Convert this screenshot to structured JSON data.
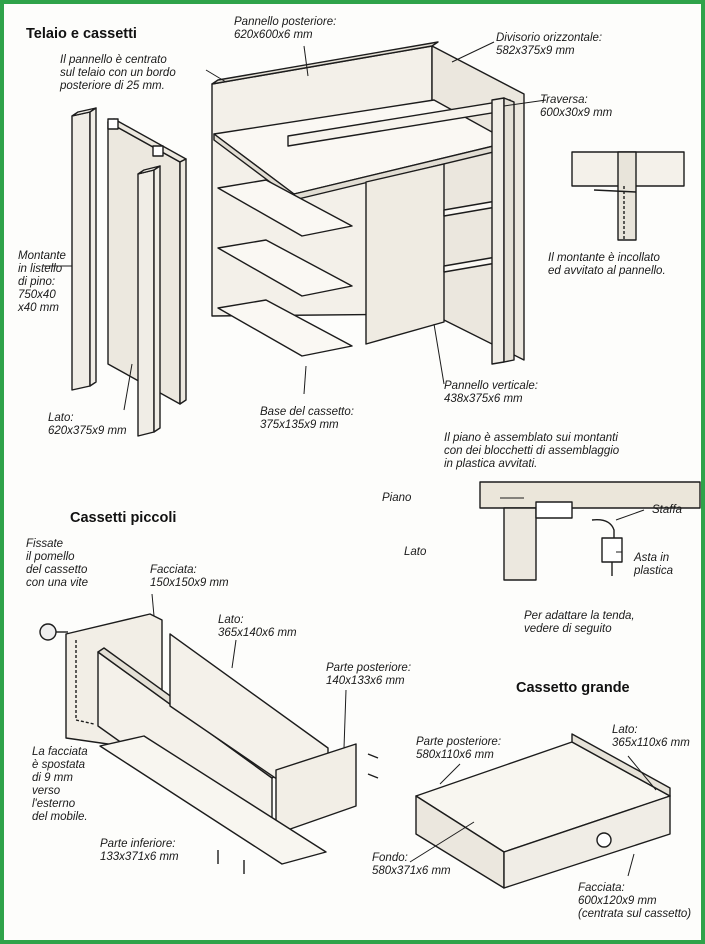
{
  "titles": {
    "frame": "Telaio e cassetti",
    "small_drawers": "Cassetti piccoli",
    "large_drawer": "Cassetto grande"
  },
  "frame_labels": {
    "back_panel": "Pannello posteriore:\n620x600x6 mm",
    "back_note": "Il pannello è centrato\nsul telaio con un bordo\nposteriore di 25 mm.",
    "shelf": "Divisorio orizzontale:\n582x375x9 mm",
    "rail": "Traversa:\n600x30x9 mm",
    "upright": "Montante\nin listello\ndi pino:\n750x40\nx40 mm",
    "upright_note": "Il montante è incollato\ned avvitato al pannello.",
    "side": "Lato:\n620x375x9 mm",
    "drawer_base": "Base del cassetto:\n375x135x9 mm",
    "vertical_panel": "Pannello verticale:\n438x375x6 mm"
  },
  "top_detail": {
    "note": "Il piano è assemblato sui montanti\ncon dei blocchetti di assemblaggio\nin plastica avvitati.",
    "top": "Piano",
    "side": "Lato",
    "bracket": "Staffa",
    "rod": "Asta in\nplastica",
    "curtain_note": "Per adattare la tenda,\nvedere di seguito"
  },
  "small_drawer_labels": {
    "knob_note": "Fissate\nil pomello\ndel cassetto\ncon una vite",
    "front": "Facciata:\n150x150x9 mm",
    "side": "Lato:\n365x140x6 mm",
    "back": "Parte posteriore:\n140x133x6 mm",
    "offset_note": "La facciata\nè spostata\ndi 9 mm\nverso\nl'esterno\ndel mobile.",
    "bottom": "Parte inferiore:\n133x371x6 mm"
  },
  "large_drawer_labels": {
    "back": "Parte posteriore:\n580x110x6 mm",
    "side": "Lato:\n365x110x6 mm",
    "bottom": "Fondo:\n580x371x6 mm",
    "front": "Facciata:\n600x120x9 mm\n(centrata sul cassetto)"
  }
}
